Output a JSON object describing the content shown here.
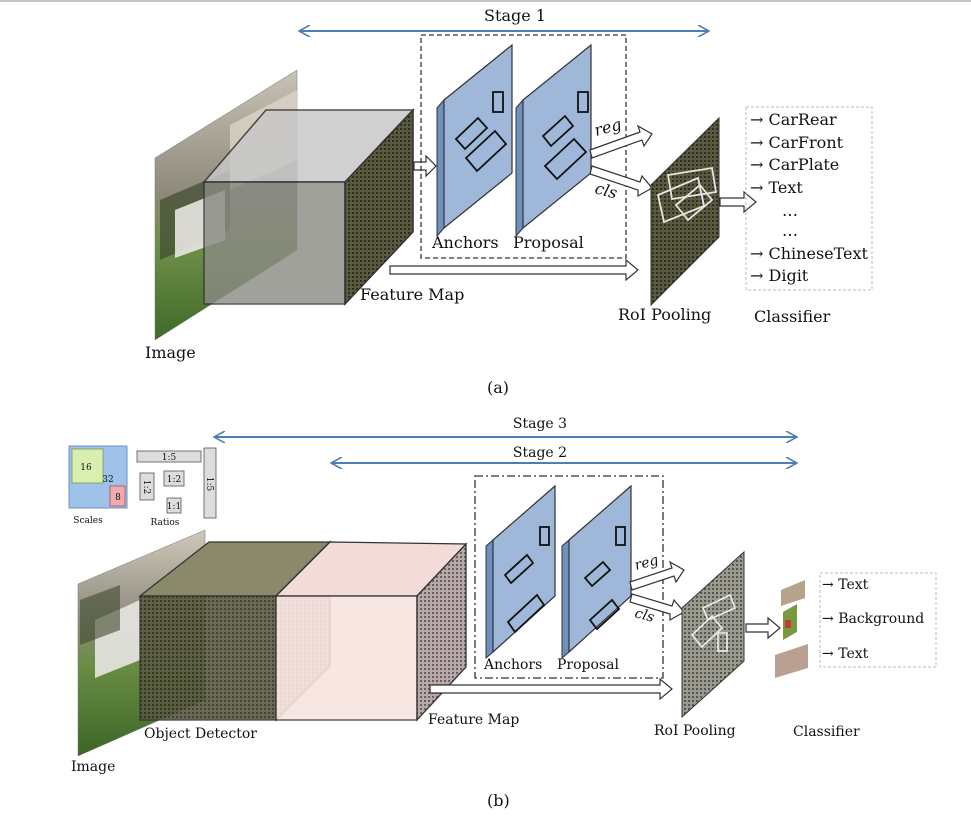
{
  "colors": {
    "stage_arrow": "#4f7db5",
    "anchor_panel": "#9fb7d8",
    "anchor_edge": "#6f8fbf",
    "detector_box": "#6f6f55",
    "feature_box": "#f5dcd8",
    "grid_dark": "#3a3a2a",
    "grass": "#5d8b3a"
  },
  "panel_a": {
    "stage_label": "Stage 1",
    "image_label": "Image",
    "feature_map_label": "Feature Map",
    "anchors_label": "Anchors",
    "proposal_label": "Proposal",
    "reg_label": "reg",
    "cls_label": "cls",
    "roi_label": "RoI Pooling",
    "classifier_label": "Classifier",
    "classes": [
      "CarRear",
      "CarFront",
      "CarPlate",
      "Text",
      "…",
      "…",
      "ChineseText",
      "Digit"
    ],
    "caption": "(a)"
  },
  "panel_b": {
    "stage3_label": "Stage 3",
    "stage2_label": "Stage 2",
    "scales_caption": "Scales",
    "scale_values": [
      "16",
      "32",
      "8"
    ],
    "ratios_caption": "Ratios",
    "ratio_values": [
      "1:5",
      "1:2",
      "1:2",
      "1:1",
      "1:5"
    ],
    "image_label": "Image",
    "detector_label": "Object Detector",
    "feature_map_label": "Feature Map",
    "anchors_label": "Anchors",
    "proposal_label": "Proposal",
    "reg_label": "reg",
    "cls_label": "cls",
    "roi_label": "RoI Pooling",
    "classifier_label": "Classifier",
    "classes": [
      "Text",
      "Background",
      "Text"
    ],
    "caption": "(b)"
  }
}
